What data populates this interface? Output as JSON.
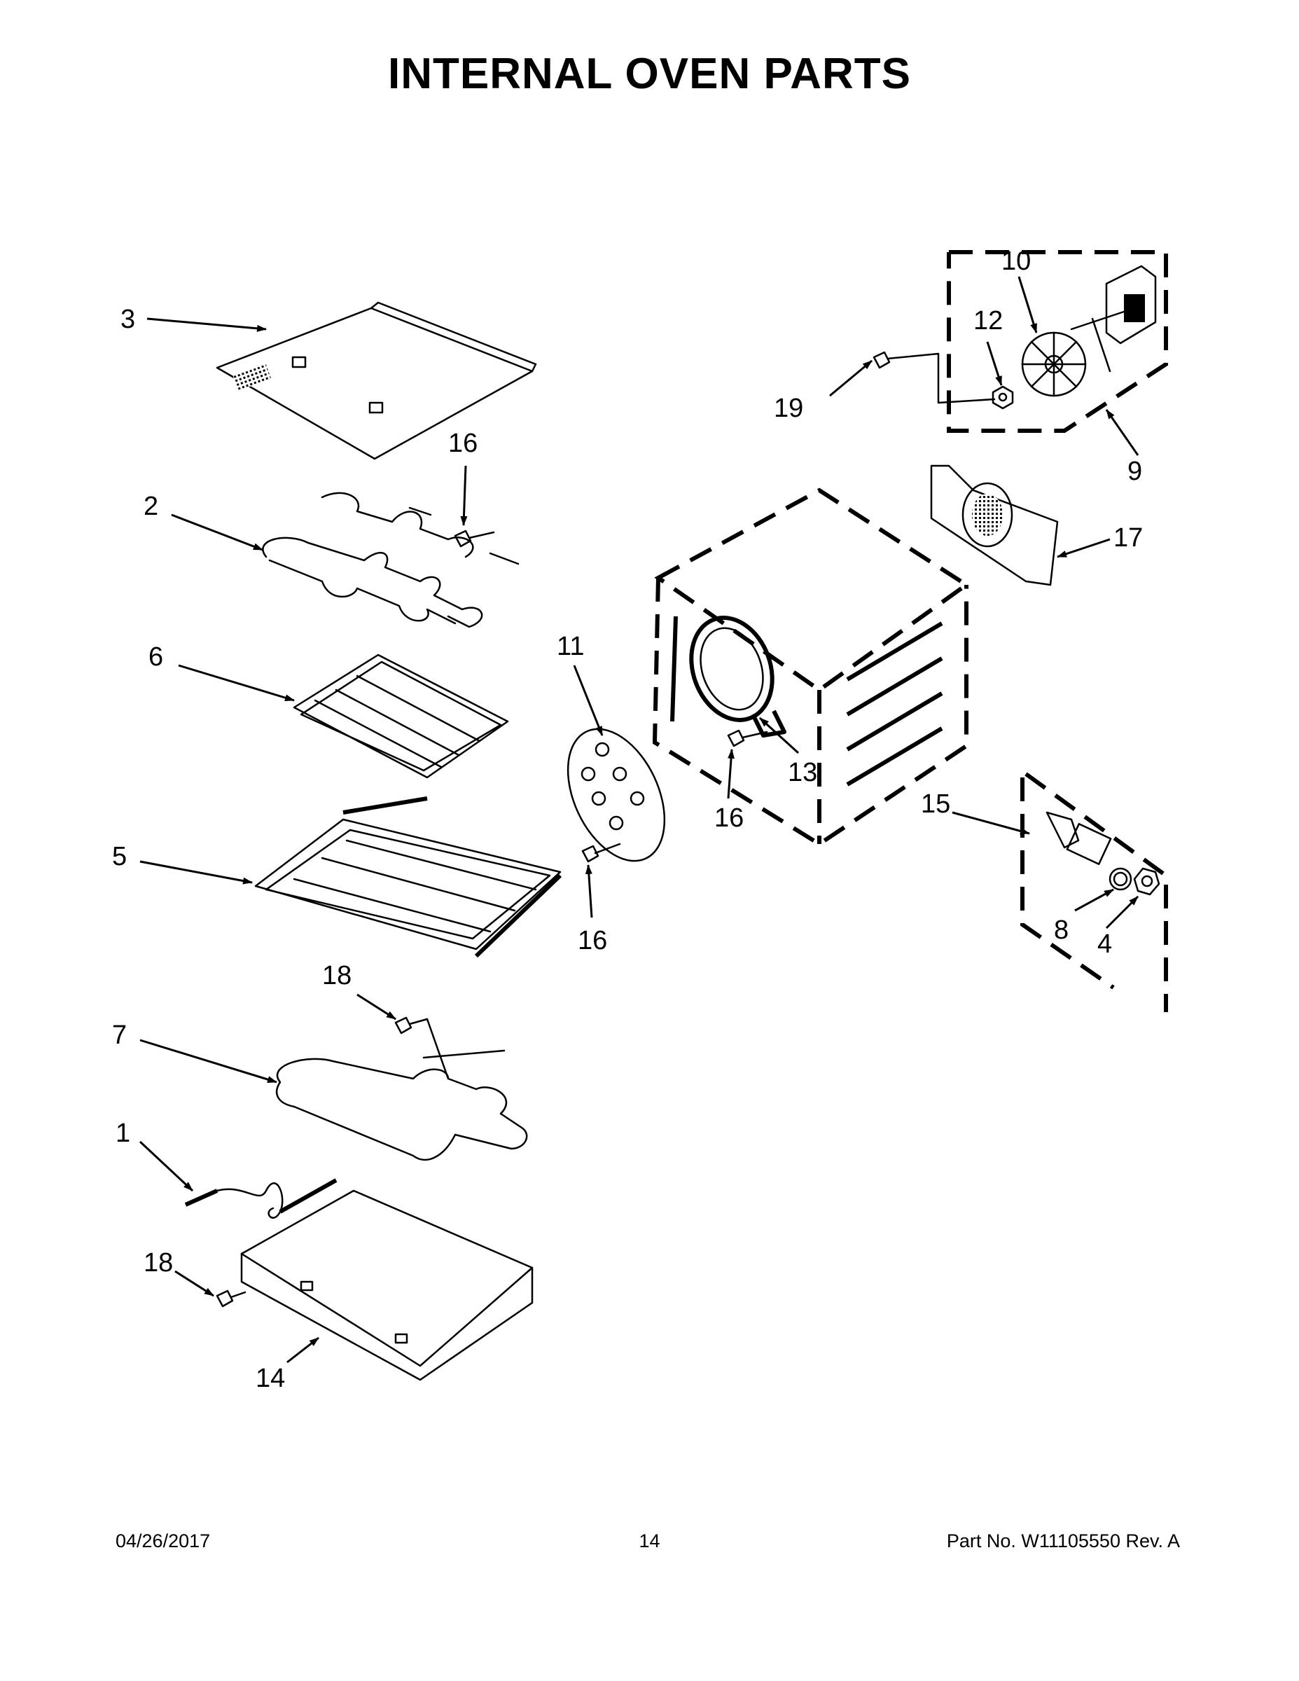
{
  "title": "INTERNAL OVEN PARTS",
  "callouts": {
    "c1": "1",
    "c2": "2",
    "c3": "3",
    "c4": "4",
    "c5": "5",
    "c6": "6",
    "c7": "7",
    "c8": "8",
    "c9": "9",
    "c10": "10",
    "c11": "11",
    "c12": "12",
    "c13": "13",
    "c14": "14",
    "c15": "15",
    "c16a": "16",
    "c16b": "16",
    "c16c": "16",
    "c17": "17",
    "c18a": "18",
    "c18b": "18",
    "c19": "19"
  },
  "footer": {
    "date": "04/26/2017",
    "page": "14",
    "part": "Part No.  W11105550  Rev.  A"
  }
}
